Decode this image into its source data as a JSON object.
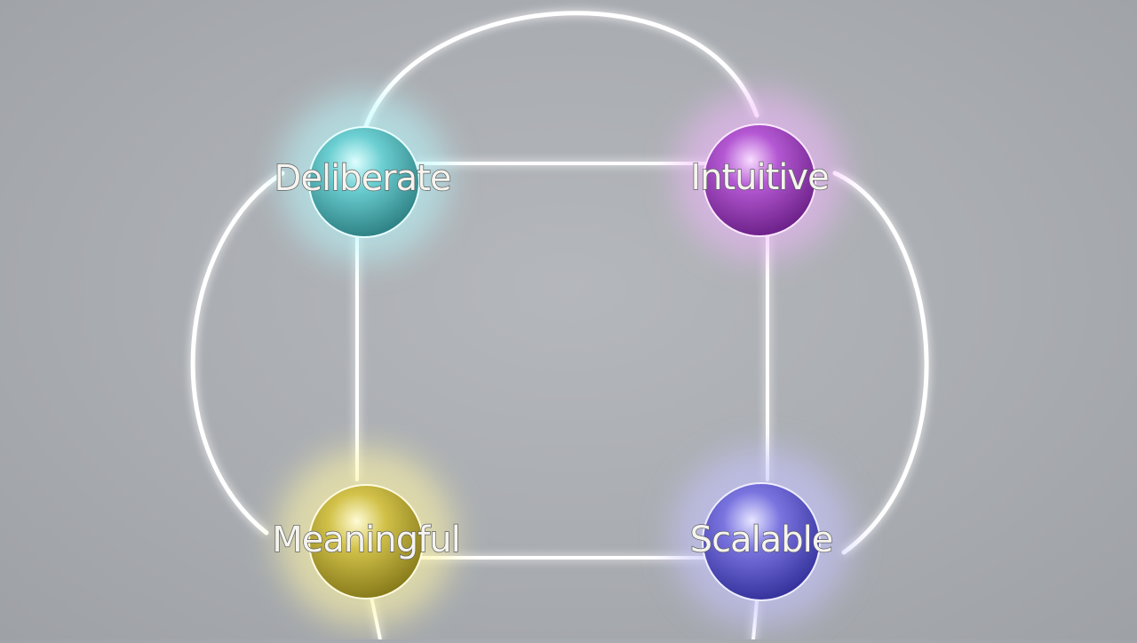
{
  "diagram": {
    "line_color": "#ffffff",
    "background_color": "#acafb4",
    "nodes": [
      {
        "id": "deliberate",
        "label": "Deliberate",
        "color": "#3fa6a8",
        "glow": "#b8fbff"
      },
      {
        "id": "intuitive",
        "label": "Intuitive",
        "color": "#8a2fa8",
        "glow": "#f3b8ff"
      },
      {
        "id": "meaningful",
        "label": "Meaningful",
        "color": "#a8992a",
        "glow": "#fff6a6"
      },
      {
        "id": "scalable",
        "label": "Scalable",
        "color": "#4a44b8",
        "glow": "#c6c4ff"
      }
    ],
    "edges": [
      {
        "from": "deliberate",
        "to": "intuitive",
        "style": "straight"
      },
      {
        "from": "deliberate",
        "to": "meaningful",
        "style": "straight"
      },
      {
        "from": "intuitive",
        "to": "scalable",
        "style": "straight"
      },
      {
        "from": "meaningful",
        "to": "scalable",
        "style": "straight"
      },
      {
        "from": "deliberate",
        "to": "intuitive",
        "style": "arc-top"
      },
      {
        "from": "deliberate",
        "to": "meaningful",
        "style": "arc-left"
      },
      {
        "from": "intuitive",
        "to": "scalable",
        "style": "arc-right"
      }
    ]
  }
}
